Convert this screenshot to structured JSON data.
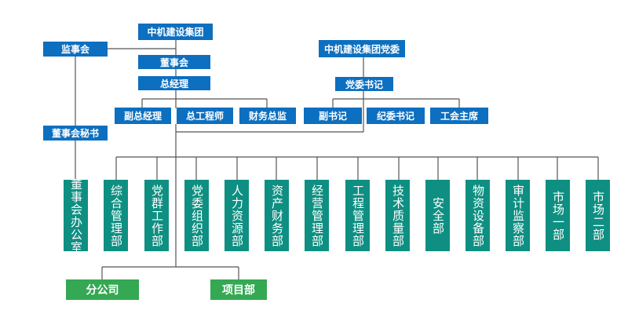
{
  "top": {
    "group": "中机建设集团",
    "board": "董事会",
    "supervisory": "监事会",
    "gm": "总经理",
    "board_secretary": "董事会秘书",
    "party_committee": "中机建设集团党委",
    "party_secretary": "党委书记"
  },
  "managers": [
    "副总经理",
    "总工程师",
    "财务总监"
  ],
  "party_officers": [
    "副书记",
    "纪委书记",
    "工会主席"
  ],
  "departments": [
    "董事会办公室",
    "综合管理部",
    "党群工作部",
    "党委组织部",
    "人力资源部",
    "资产财务部",
    "经营管理部",
    "工程管理部",
    "技术质量部",
    "安全部",
    "物资设备部",
    "审计监察部",
    "市场一部",
    "市场二部"
  ],
  "units": [
    "分公司",
    "项目部"
  ],
  "colors": {
    "blue": "#0d6fbf",
    "teal": "#0e8f82",
    "green": "#34a853",
    "line": "#555555"
  }
}
